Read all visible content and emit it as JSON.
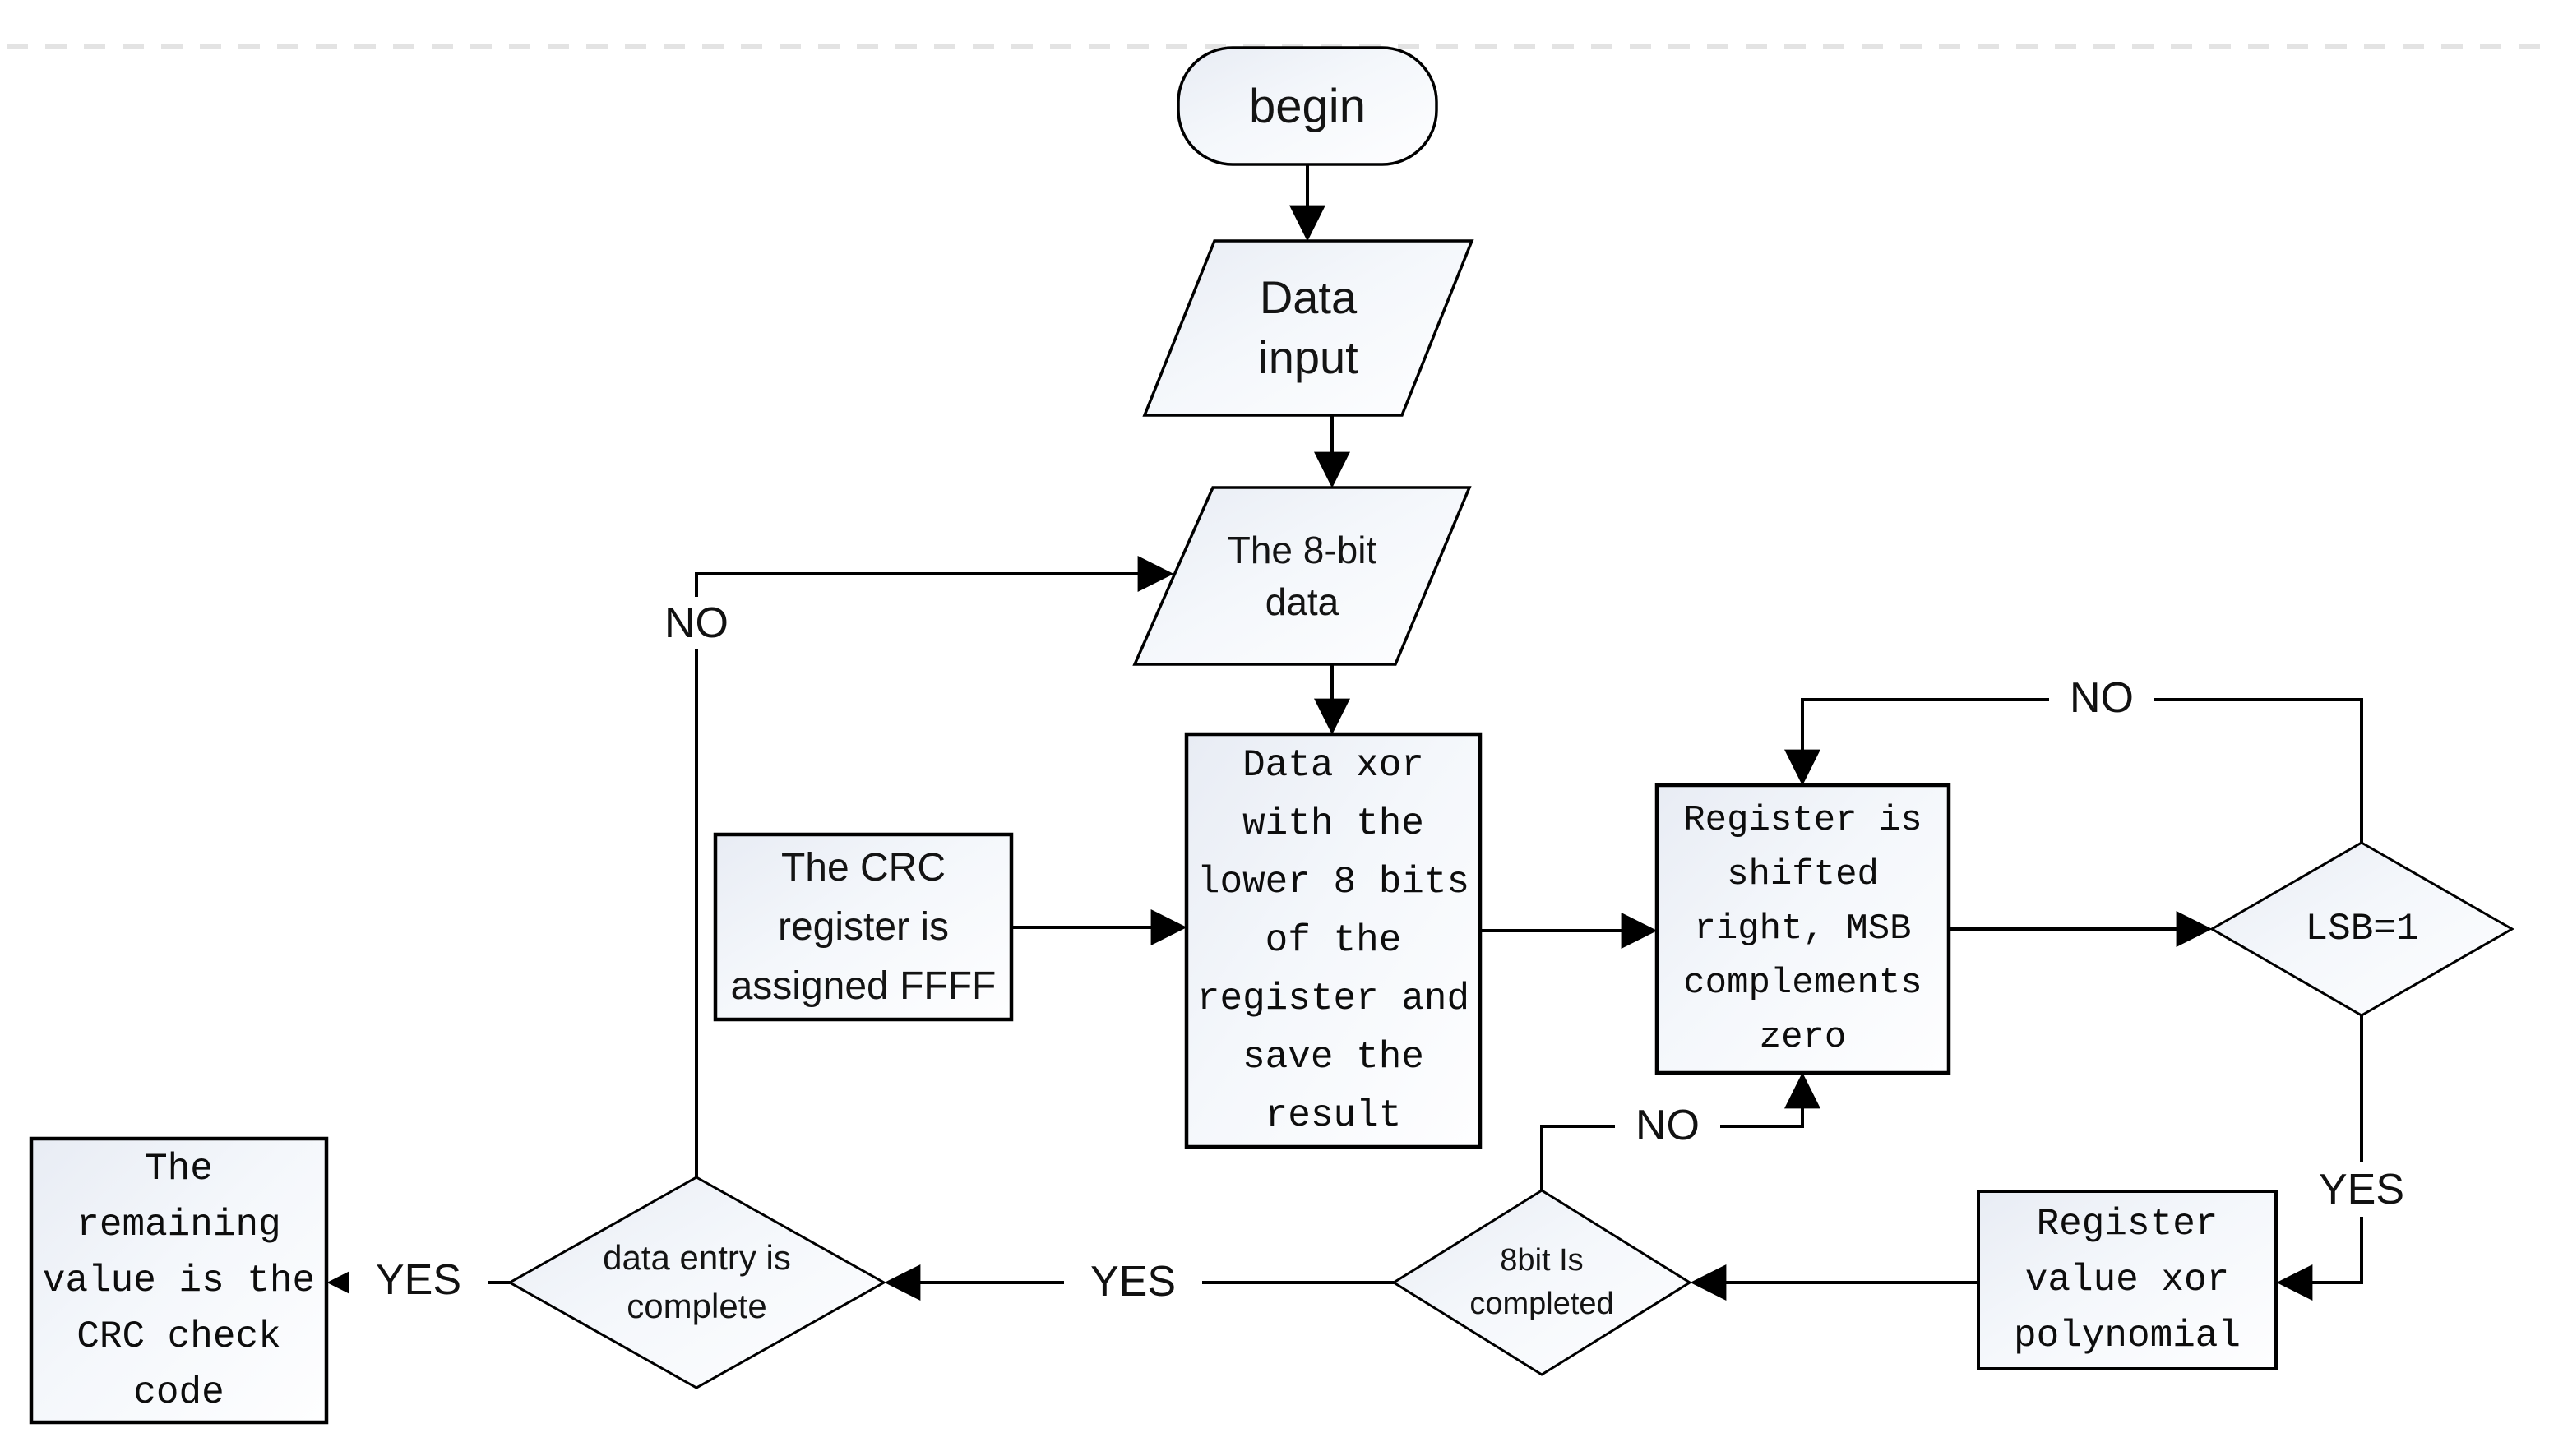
{
  "diagram": {
    "type": "flowchart",
    "subject": "CRC check code calculation flow",
    "nodes": {
      "begin": {
        "shape": "terminator",
        "label": "begin"
      },
      "data_input": {
        "shape": "parallelogram",
        "label": "Data\ninput"
      },
      "eight_bit_data": {
        "shape": "parallelogram",
        "label": "The 8-bit\ndata"
      },
      "data_xor": {
        "shape": "process",
        "label": "Data xor\nwith the\nlower 8 bits\nof the\nregister and\nsave the\nresult"
      },
      "crc_register": {
        "shape": "process",
        "label": "The CRC\nregister is\nassigned FFFF"
      },
      "register_shift": {
        "shape": "process",
        "label": "Register is\nshifted\nright, MSB\ncomplements\nzero"
      },
      "lsb": {
        "shape": "decision",
        "label": "LSB=1"
      },
      "register_xor_poly": {
        "shape": "process",
        "label": "Register\nvalue xor\npolynomial"
      },
      "eight_bit_done": {
        "shape": "decision",
        "label": "8bit Is\ncompleted"
      },
      "data_entry_done": {
        "shape": "decision",
        "label": "data entry is\ncomplete"
      },
      "crc_result": {
        "shape": "process",
        "label": "The\nremaining\nvalue is the\nCRC check\ncode"
      }
    },
    "edge_labels": {
      "lsb_no": "NO",
      "lsb_yes": "YES",
      "bit8_no": "NO",
      "bit8_yes": "YES",
      "entry_no": "NO",
      "entry_yes": "YES"
    },
    "colors": {
      "stroke": "#000000",
      "node_fill_top": "#e8ecf4",
      "node_fill_mid": "#f4f7fb",
      "node_fill_bottom": "#fefeff",
      "divider": "#e3e3e3",
      "text": "#141414",
      "background": "#ffffff"
    }
  }
}
